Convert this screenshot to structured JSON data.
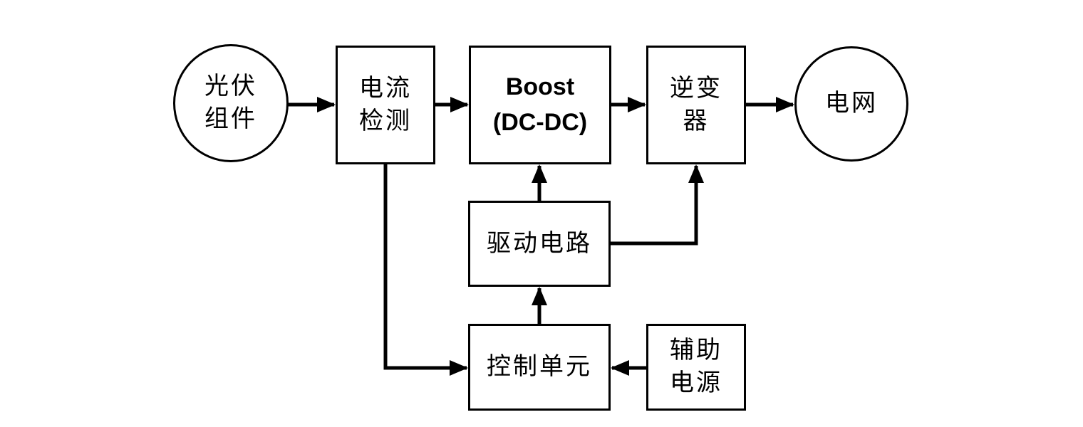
{
  "diagram": {
    "background_color": "#ffffff",
    "line_color": "#000000",
    "nodes": {
      "pv_module": {
        "shape": "ellipse",
        "line1": "光伏",
        "line2": "组件"
      },
      "current_sense": {
        "shape": "rect",
        "line1": "电流",
        "line2": "检测"
      },
      "boost": {
        "shape": "rect",
        "line1": "Boost",
        "line2": "(DC-DC)"
      },
      "inverter": {
        "shape": "rect",
        "line1": "逆变",
        "line2": "器"
      },
      "grid": {
        "shape": "ellipse",
        "label": "电网"
      },
      "drive_circuit": {
        "shape": "rect",
        "label": "驱动电路"
      },
      "control_unit": {
        "shape": "rect",
        "label": "控制单元"
      },
      "aux_power": {
        "shape": "rect",
        "line1": "辅助",
        "line2": "电源"
      }
    },
    "edges": [
      {
        "from": "pv_module",
        "to": "current_sense"
      },
      {
        "from": "current_sense",
        "to": "boost"
      },
      {
        "from": "boost",
        "to": "inverter"
      },
      {
        "from": "inverter",
        "to": "grid"
      },
      {
        "from": "drive_circuit",
        "to": "boost"
      },
      {
        "from": "drive_circuit",
        "to": "inverter"
      },
      {
        "from": "control_unit",
        "to": "drive_circuit"
      },
      {
        "from": "current_sense",
        "to": "control_unit"
      },
      {
        "from": "aux_power",
        "to": "control_unit"
      }
    ]
  }
}
